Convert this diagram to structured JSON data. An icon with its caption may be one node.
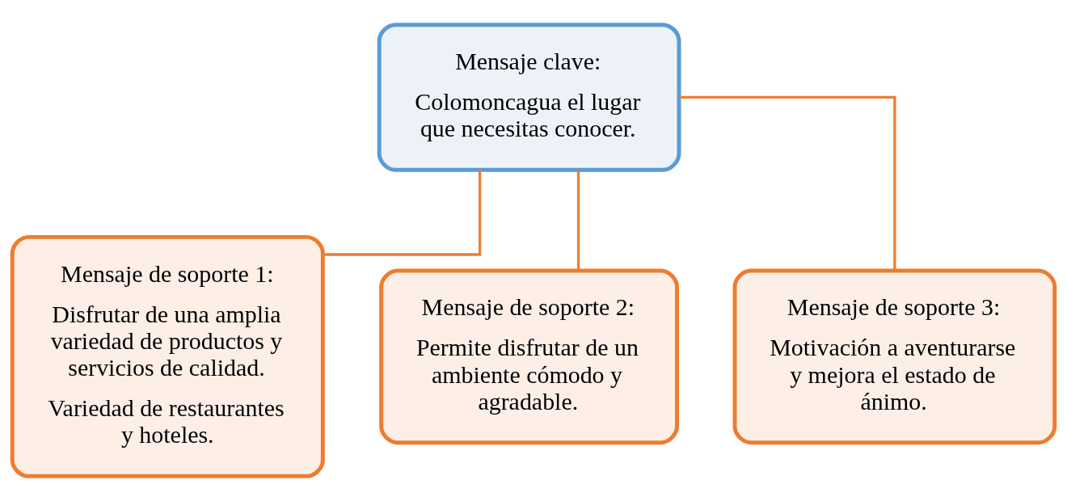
{
  "diagram": {
    "nodes": [
      {
        "text": [
          "Mensaje clave:",
          "Colomoncagua el lugar que necesitas conocer."
        ]
      },
      {
        "text": [
          "Mensaje de soporte 1:",
          "Disfrutar de una amplia variedad de productos y servicios de calidad.",
          "Variedad de restaurantes y hoteles."
        ]
      },
      {
        "text": [
          "Mensaje de soporte 2:",
          "Permite disfrutar de un ambiente cómodo y agradable."
        ]
      },
      {
        "text": [
          "Mensaje de soporte 3:",
          "Motivación a aventurarse y mejora el estado de ánimo."
        ]
      }
    ],
    "edges": [
      {
        "from": 0,
        "to": 1,
        "arrow": "none"
      },
      {
        "from": 0,
        "to": 2,
        "arrow": "none"
      },
      {
        "from": 0,
        "to": 3,
        "arrow": "none"
      }
    ]
  }
}
